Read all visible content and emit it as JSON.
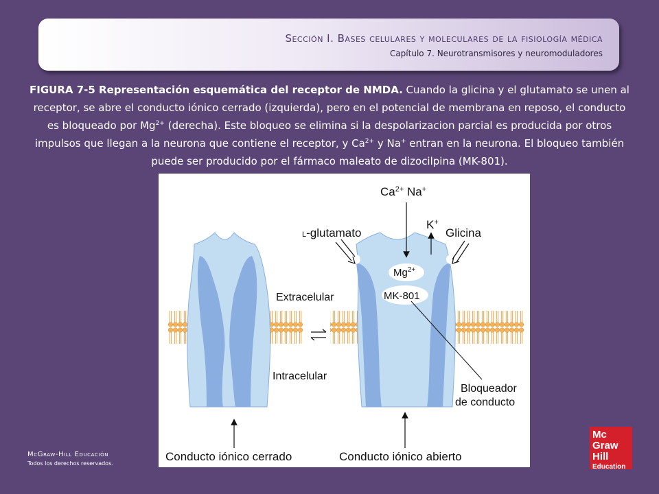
{
  "header": {
    "section": "Sección I.  Bases celulares y moleculares de la fisiología médica",
    "chapter": "Capítulo 7.  Neurotransmisores y neuromoduladores"
  },
  "caption": {
    "label": "FIGURA 7-5 Representación esquemática del receptor de NMDA.",
    "body_1": " Cuando la glicina y el glutamato se unen al receptor, se abre el conducto iónico cerrado (izquierda), pero en el potencial de membrana en reposo, el conducto es bloqueado por Mg",
    "sup_1": "2+",
    "body_2": " (derecha). Este bloqueo se elimina si la despolarizacion parcial es producida por otros impulsos que llegan a la neurona que contiene el receptor, y Ca",
    "sup_2": "2+",
    "body_3": "  y Na",
    "sup_3": "+",
    "body_4": " entran en la neurona. El bloqueo también puede ser producido por el fármaco maleato de dizocilpina (MK-801)."
  },
  "figure": {
    "ions_in_base": "Ca",
    "ions_in_sup": "2+",
    "ions_in_base2": " Na",
    "ions_in_sup2": "+",
    "k_label": "K",
    "k_sup": "+",
    "glutamate_prefix": "L",
    "glutamate_label": "-glutamato",
    "glycine_label": "Glicina",
    "mg_label": "Mg",
    "mg_sup": "2+",
    "mk_label": "MK-801",
    "extracellular_label": "Extracelular",
    "intracellular_label": "Intracelular",
    "blocker_label_1": "Bloqueador",
    "blocker_label_2": "de conducto",
    "closed_label": "Conducto iónico cerrado",
    "open_label": "Conducto iónico abierto",
    "colors": {
      "outer": "#c2dcf2",
      "inner": "#8aaee0",
      "lipid_head": "#f4b35a",
      "lipid_tail": "#e59a36"
    }
  },
  "footer": {
    "publisher": "McGraw-Hill Educación",
    "rights": "Todos los derechos reservados."
  },
  "logo": {
    "line1": "Mc",
    "line2": "Graw",
    "line3": "Hill",
    "line4": "Education"
  }
}
